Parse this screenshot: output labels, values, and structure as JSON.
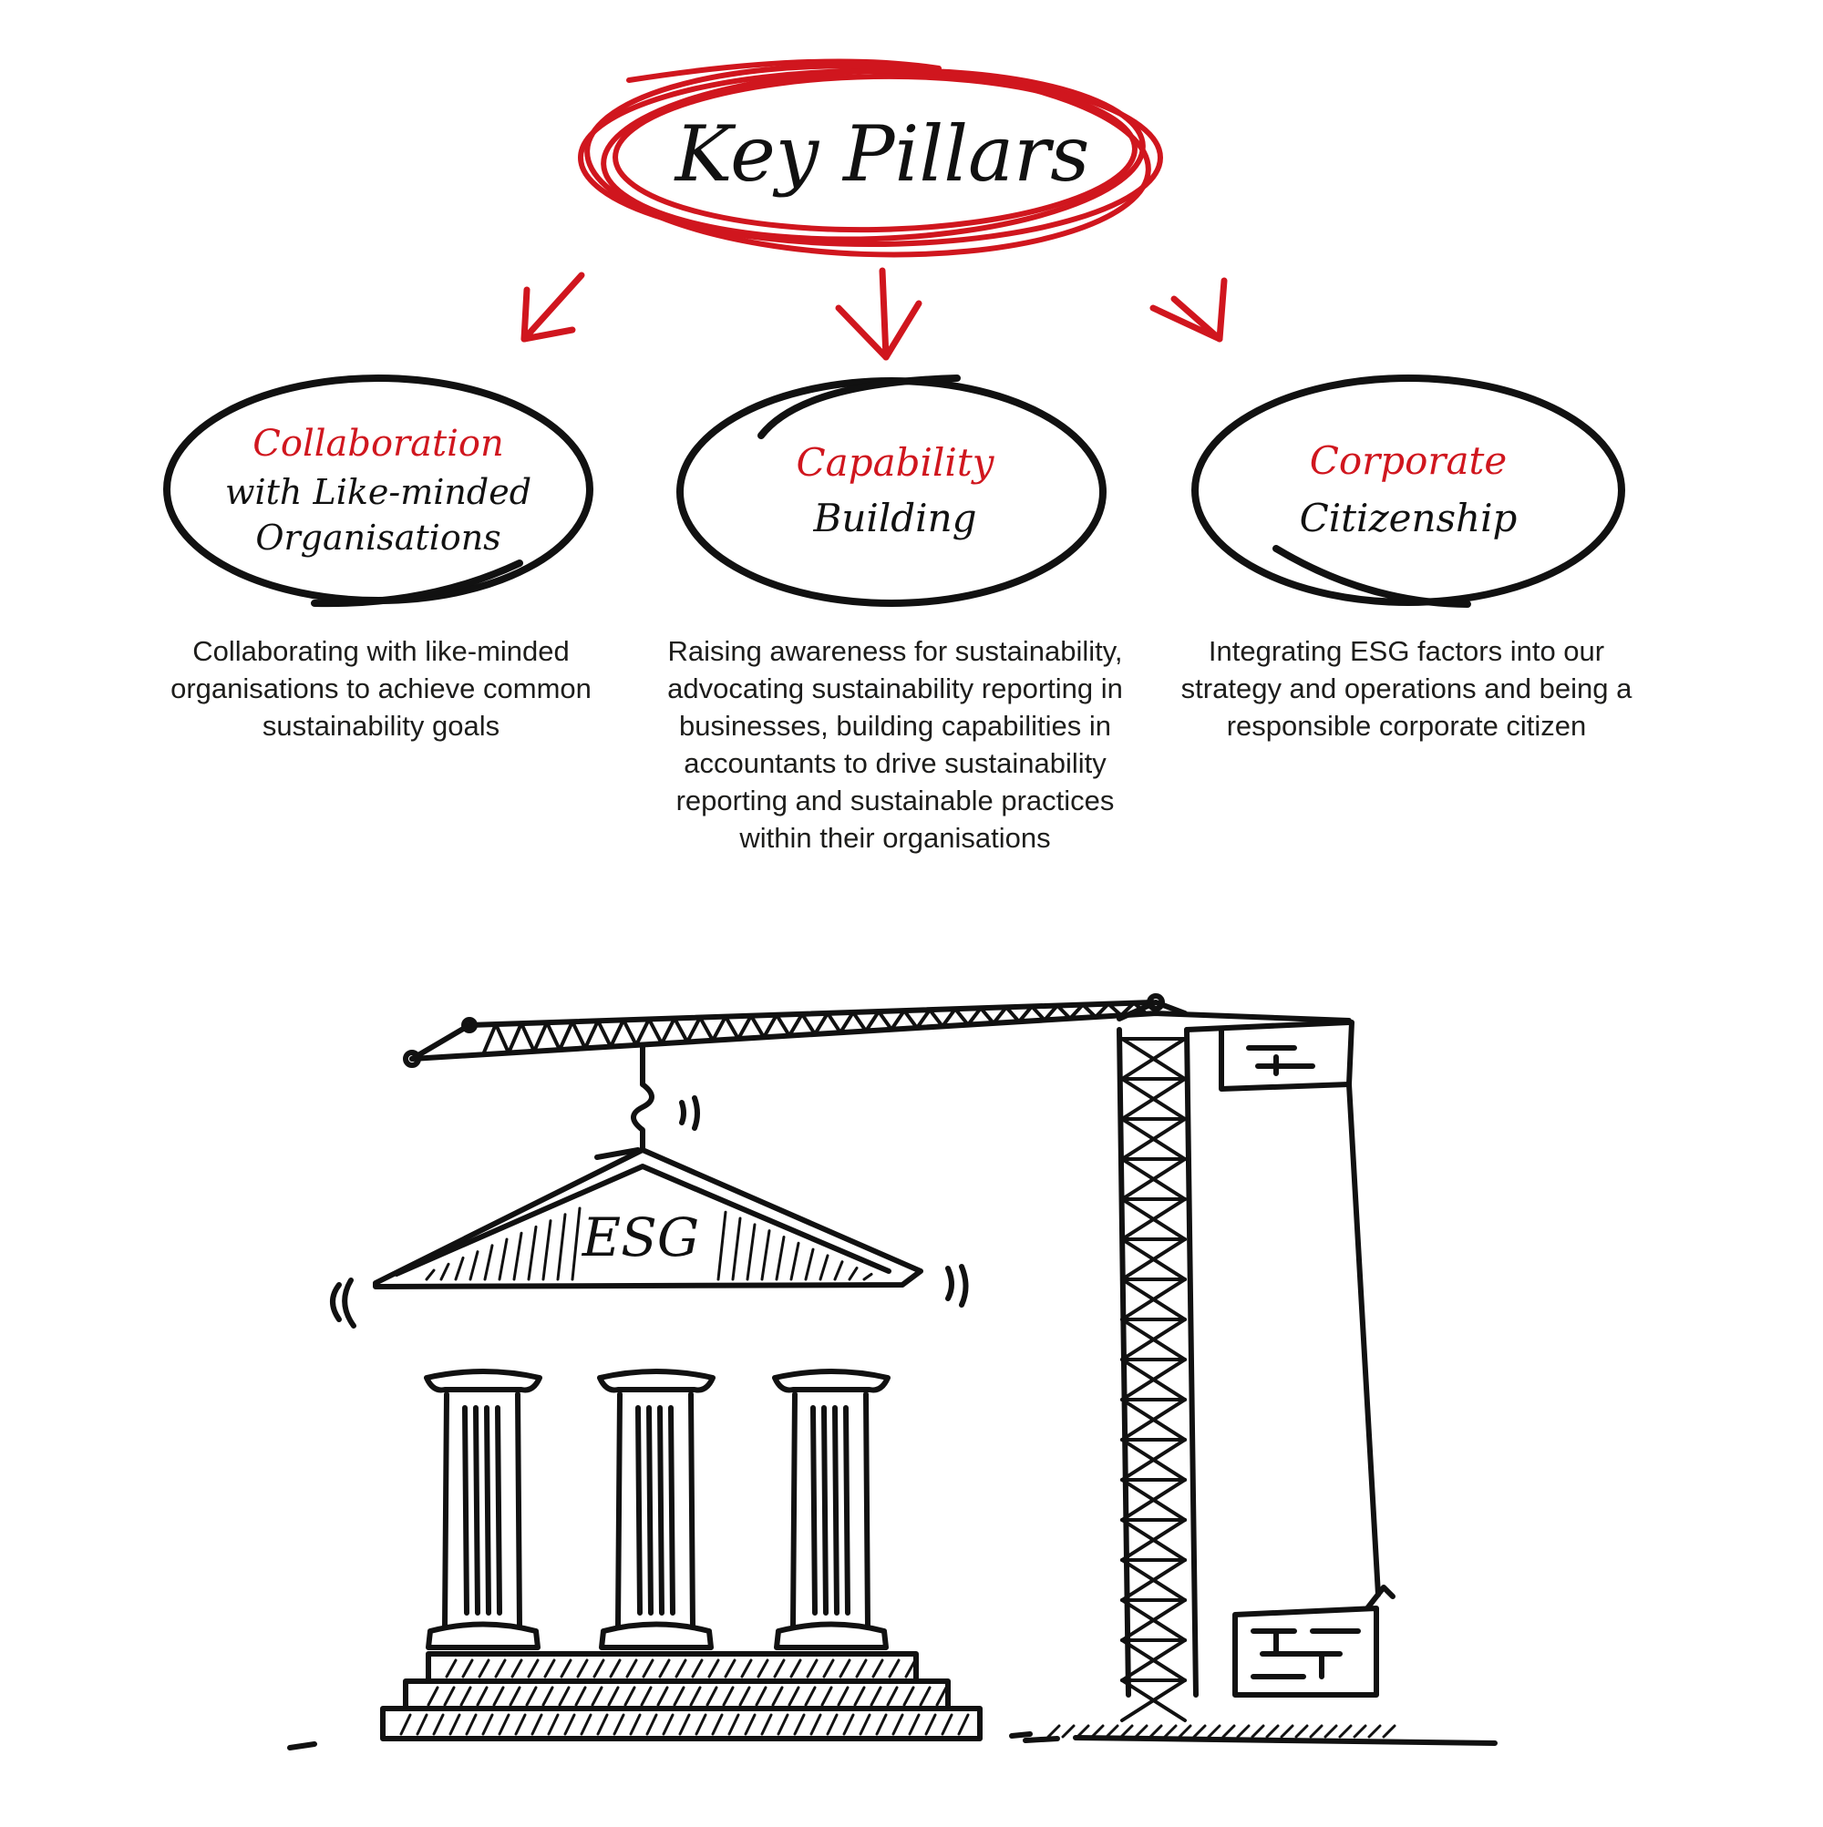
{
  "title": "Key Pillars",
  "colors": {
    "accent": "#d0161e",
    "ink": "#1a1a1a"
  },
  "pillars": [
    {
      "heading_red": "Collaboration",
      "heading_black_lines": [
        "with Like-minded",
        "Organisations"
      ],
      "description": "Collaborating with like-minded organisations to achieve common sustainability goals"
    },
    {
      "heading_red": "Capability",
      "heading_black_lines": [
        "Building"
      ],
      "description": "Raising awareness for sustainability, advocating sustainability reporting in businesses, building capabilities in accountants to drive sustainability reporting and sustainable practices within their organisations"
    },
    {
      "heading_red": "Corporate",
      "heading_black_lines": [
        "Citizenship"
      ],
      "description": "Integrating ESG factors into our strategy and operations and being a responsible corporate citizen"
    }
  ],
  "illustration": {
    "subject": "crane-lifting-pediment-onto-pillars",
    "pediment_text": "ESG"
  }
}
